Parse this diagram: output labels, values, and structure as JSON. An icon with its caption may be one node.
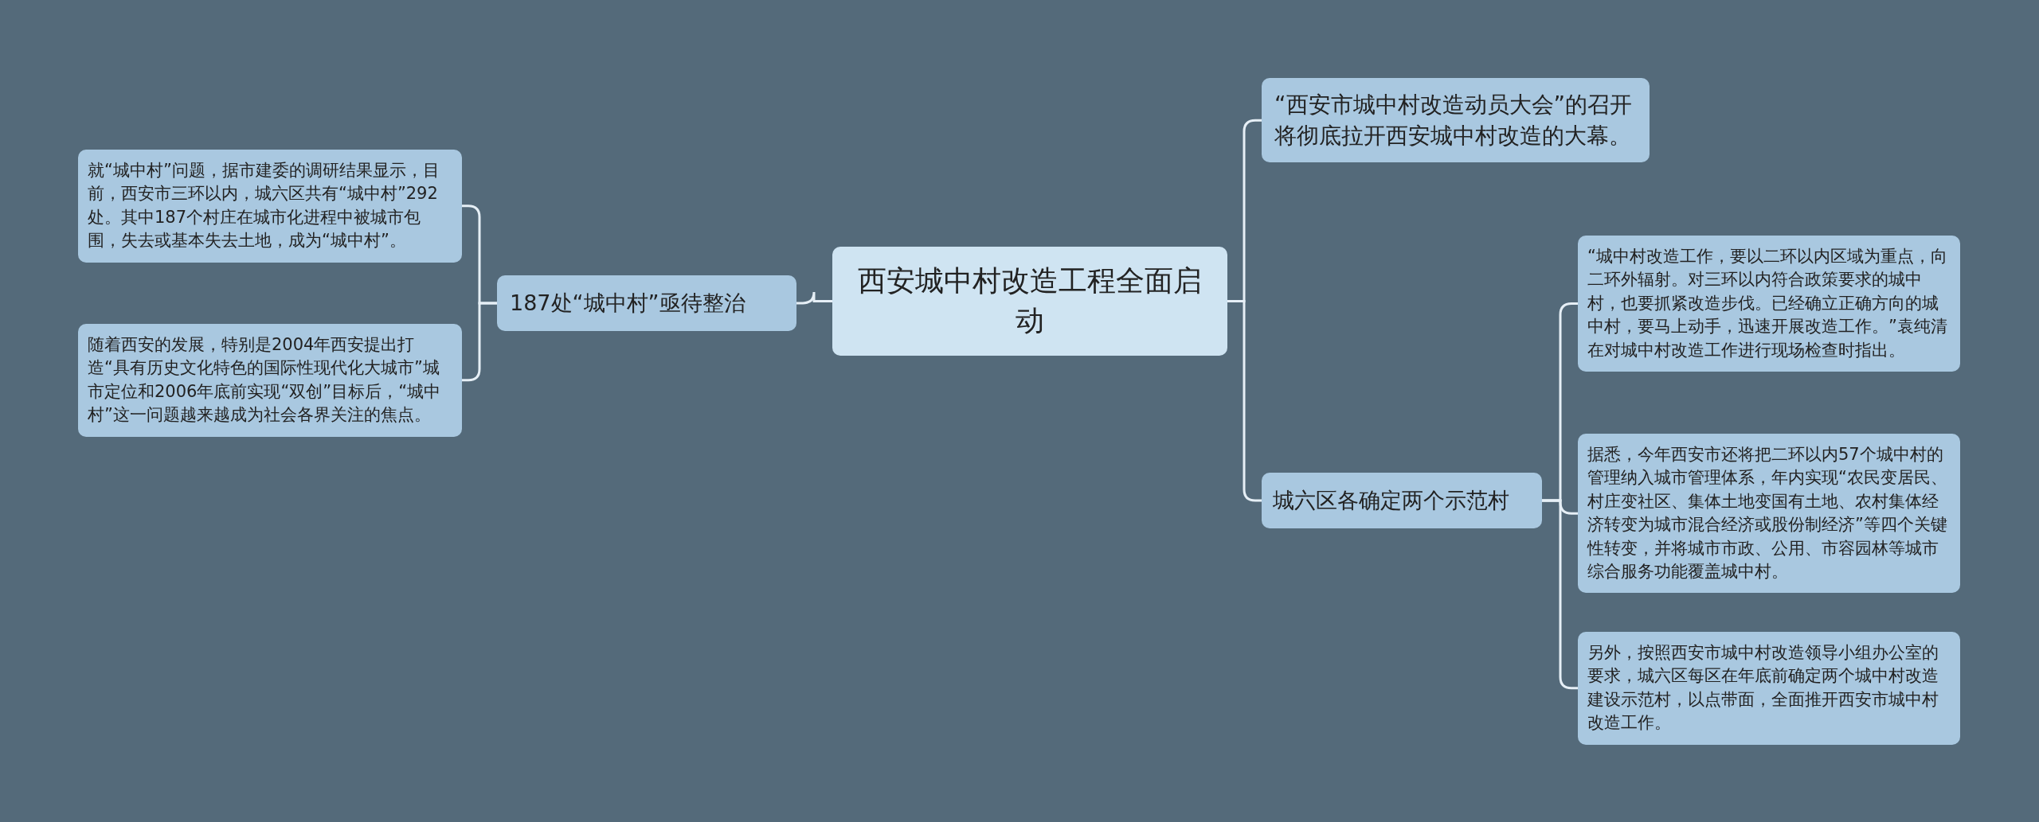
{
  "diagram": {
    "nodes": [
      {
        "text": [
          "西安城中村改造工程全面启动"
        ]
      },
      {
        "text": [
          "187处“城中村”亟待整治"
        ]
      },
      {
        "text": [
          "就“城中村”问题，据市建委的调研结果显示，目前，西安市三环以内，城六区共有“城中村”292处。其中187个村庄在城市化进程中被城市包围，失去或基本失去土地，成为“城中村”。"
        ]
      },
      {
        "text": [
          "随着西安的发展，特别是2004年西安提出打造“具有历史文化特色的国际性现代化大城市”城市定位和2006年底前实现“双创”目标后，“城中村”这一问题越来越成为社会各界关注的焦点。"
        ]
      },
      {
        "text": [
          "“西安市城中村改造动员大会”的召开将彻底拉开西安城中村改造的大幕。"
        ]
      },
      {
        "text": [
          "城六区各确定两个示范村"
        ]
      },
      {
        "text": [
          "“城中村改造工作，要以二环以内区域为重点，向二环外辐射。对三环以内符合政策要求的城中村，也要抓紧改造步伐。已经确立正确方向的城中村，要马上动手，迅速开展改造工作。”袁纯清在对城中村改造工作进行现场检查时指出。"
        ]
      },
      {
        "text": [
          "据悉，今年西安市还将把二环以内57个城中村的管理纳入城市管理体系，年内实现“农民变居民、村庄变社区、集体土地变国有土地、农村集体经济转变为城市混合经济或股份制经济”等四个关键性转变，并将城市市政、公用、市容园林等城市综合服务功能覆盖城中村。"
        ]
      },
      {
        "text": [
          "另外，按照西安市城中村改造领导小组办公室的要求，城六区每区在年底前确定两个城中村改造建设示范村，以点带面，全面推开西安市城中村改造工作。"
        ]
      }
    ],
    "edges": [
      {
        "from": 0,
        "to": 1,
        "arrow": "none"
      },
      {
        "from": 1,
        "to": 2,
        "arrow": "none"
      },
      {
        "from": 1,
        "to": 3,
        "arrow": "none"
      },
      {
        "from": 0,
        "to": 4,
        "arrow": "none"
      },
      {
        "from": 0,
        "to": 5,
        "arrow": "none"
      },
      {
        "from": 5,
        "to": 6,
        "arrow": "none"
      },
      {
        "from": 5,
        "to": 7,
        "arrow": "none"
      },
      {
        "from": 5,
        "to": 8,
        "arrow": "none"
      }
    ]
  }
}
